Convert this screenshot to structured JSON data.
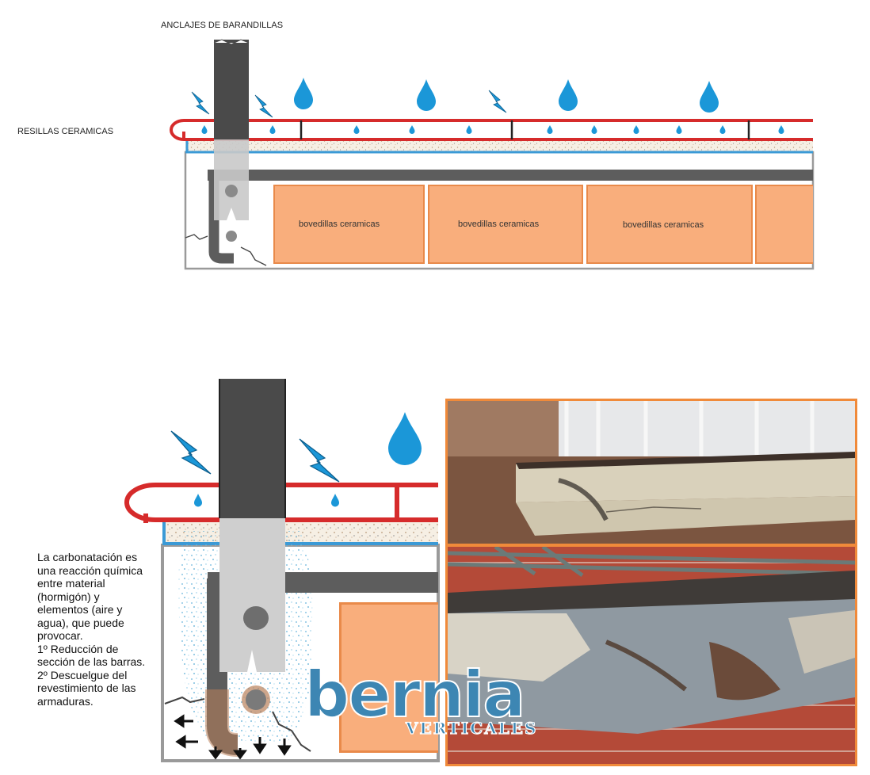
{
  "top_diagram": {
    "anchor_label": "ANCLAJES DE BARANDILLAS",
    "tiles_label": "RESILLAS CERAMICAS",
    "bricks": [
      "bovedillas ceramicas",
      "bovedillas ceramicas",
      "bovedillas ceramicas"
    ]
  },
  "description": {
    "lines": [
      "La carbonatación es una reacción química entre material (hormigón) y elementos (aire y agua), que puede provocar.",
      "1º Reducción de sección de las barras.",
      "2º Descuelgue del revestimiento de las armaduras."
    ]
  },
  "logo": {
    "wordmark": "bernia",
    "tagline": "VERTICALES"
  },
  "colors": {
    "tile_red": "#d62b2b",
    "steel_gray": "#5d5d5d",
    "brick_orange": "#f9ae7c",
    "water_blue": "#1b97d8",
    "frame_orange": "#f08a3a",
    "logo_blue": "#3d86b3"
  }
}
